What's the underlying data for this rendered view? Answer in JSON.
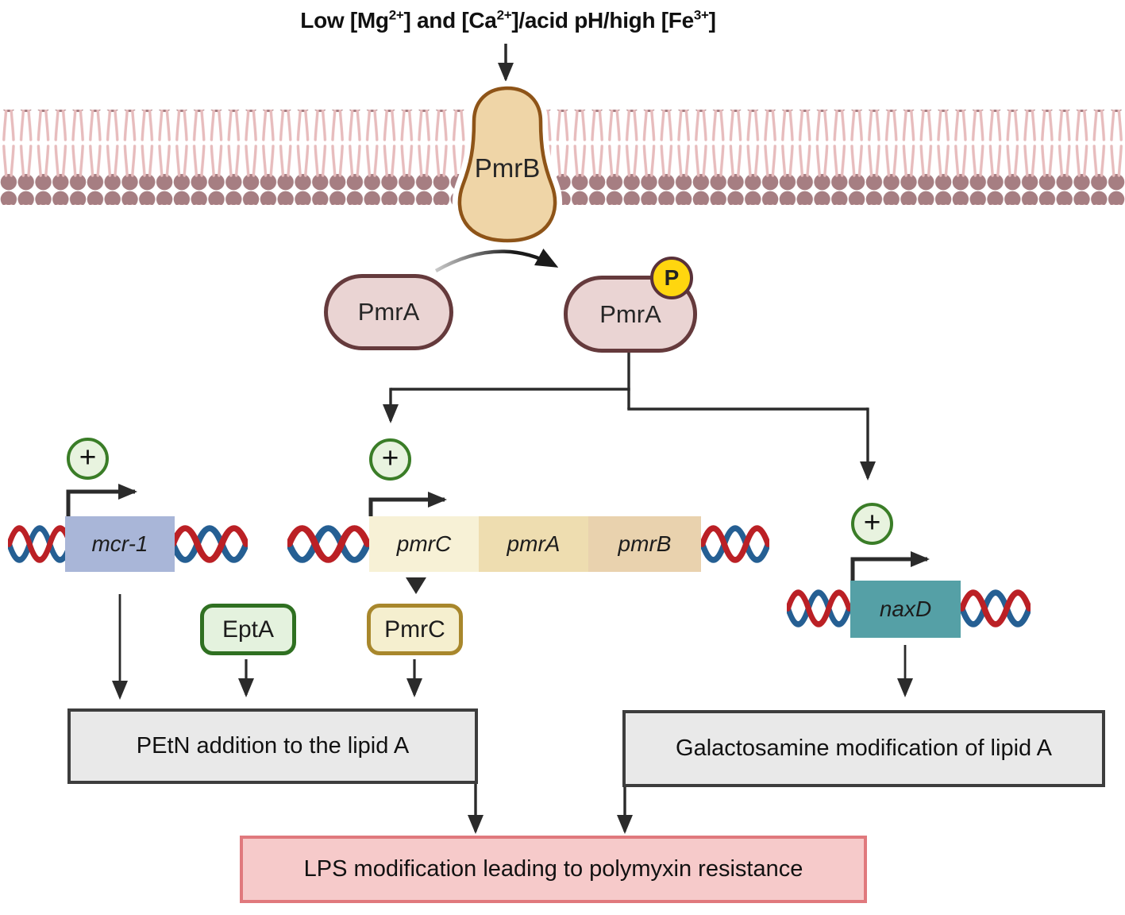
{
  "stimulus": {
    "parts": [
      "Low [Mg",
      "2+",
      "] and [Ca",
      "2+",
      "]/acid pH/high [Fe",
      "3+",
      "]"
    ]
  },
  "sensor_kinase": {
    "label": "PmrB"
  },
  "response_regulator": {
    "inactive_label": "PmrA",
    "phosphorylated_label": "PmrA",
    "phosphate_label": "P"
  },
  "activation_symbol": "+",
  "genes": {
    "mcr1": {
      "label": "mcr-1"
    },
    "operon": [
      {
        "label": "pmrC"
      },
      {
        "label": "pmrA"
      },
      {
        "label": "pmrB"
      }
    ],
    "naxd": {
      "label": "naxD"
    }
  },
  "proteins": {
    "epta": {
      "label": "EptA"
    },
    "pmrc": {
      "label": "PmrC"
    }
  },
  "outcomes": {
    "petn": {
      "label": "PEtN addition to the lipid A"
    },
    "galactosamine": {
      "label": "Galactosamine modification of lipid A"
    },
    "final": {
      "label": "LPS modification leading to polymyxin resistance"
    }
  },
  "colors": {
    "membrane_head": "#a67e82",
    "membrane_tail": "#e7bcbd",
    "pmrb_fill": "#efd5a7",
    "pmrb_stroke": "#8e5418",
    "pmra_fill": "#ead4d3",
    "pmra_stroke": "#653a3c",
    "phosphate_fill": "#ffd60f",
    "activation_fill": "#e8f3df",
    "activation_stroke": "#3a7d27",
    "gene_mcr1_fill": "#a9b6d8",
    "gene_pmrc_fill": "#f7f1d6",
    "gene_pmra_fill": "#eeddb0",
    "gene_pmrb_fill": "#e9d2ae",
    "gene_naxd_fill": "#55a0a6",
    "epta_fill": "#e4f2de",
    "epta_stroke": "#2f7021",
    "pmrc_protein_fill": "#f5efcf",
    "pmrc_protein_stroke": "#a8872c",
    "outcome_fill": "#e9e9e9",
    "outcome_stroke": "#3d3d3d",
    "final_fill": "#f6caca",
    "final_stroke": "#e0797d",
    "dna_blue": "#255f93",
    "dna_red": "#bb2025",
    "line": "#2b2b2b"
  }
}
